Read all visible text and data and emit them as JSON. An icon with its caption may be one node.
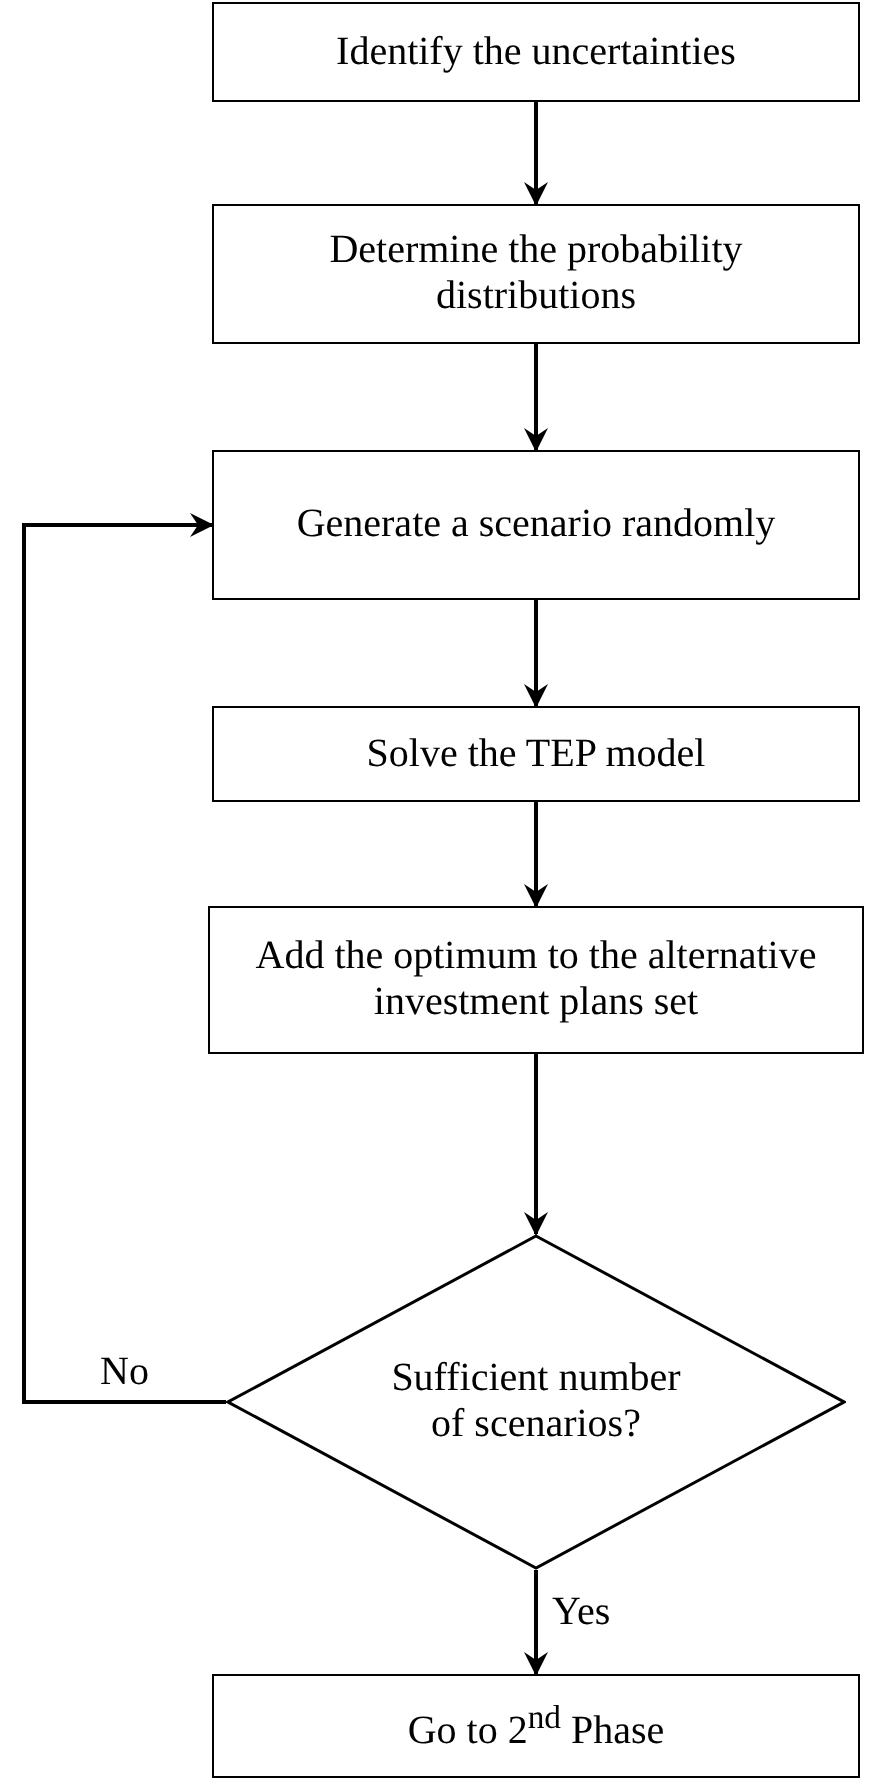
{
  "diagram": {
    "nodes": [
      {
        "text": [
          "Identify the uncertainties"
        ]
      },
      {
        "text": [
          "Determine the probability distributions"
        ]
      },
      {
        "text": [
          "Generate a scenario randomly"
        ]
      },
      {
        "text": [
          "Solve the TEP model"
        ]
      },
      {
        "text": [
          "Add the optimum to the alternative investment plans set"
        ]
      },
      {
        "text": [
          "Sufficient number of scenarios?"
        ]
      },
      {
        "text": [
          "Go to 2$^{nd}$ Phase"
        ]
      }
    ],
    "edges": [
      {
        "from": 0,
        "to": 1,
        "arrow": "to"
      },
      {
        "from": 1,
        "to": 2,
        "arrow": "to"
      },
      {
        "from": 2,
        "to": 3,
        "arrow": "to"
      },
      {
        "from": 3,
        "to": 4,
        "arrow": "to"
      },
      {
        "from": 4,
        "to": 5,
        "arrow": "to"
      },
      {
        "from": 5,
        "to": 2,
        "arrow": "to",
        "label": "No"
      },
      {
        "from": 5,
        "to": 6,
        "arrow": "to",
        "label": "Yes"
      }
    ]
  }
}
